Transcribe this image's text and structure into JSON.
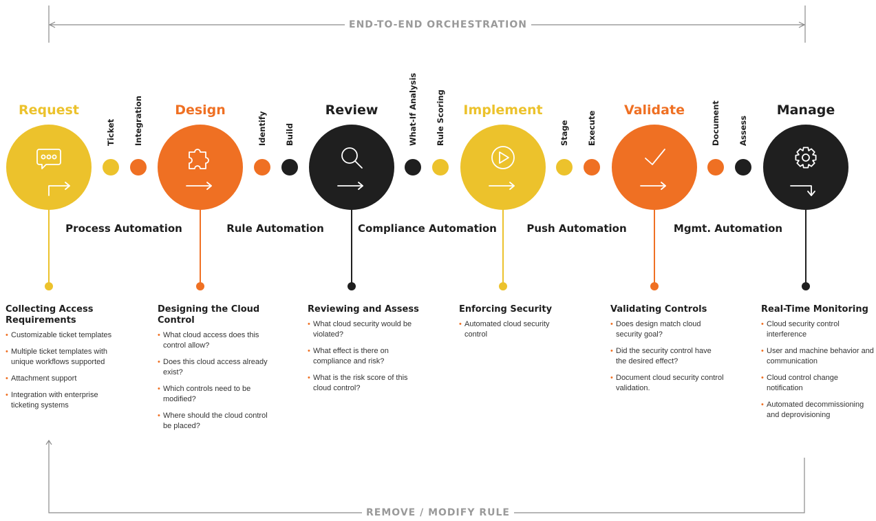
{
  "colors": {
    "yellow": "#ecc22c",
    "orange": "#ef7023",
    "black": "#1f1f1f",
    "grey": "#9a9a9a"
  },
  "top_banner": "END-TO-END ORCHESTRATION",
  "bottom_banner": "REMOVE / MODIFY RULE",
  "stages": [
    {
      "title": "Request",
      "color": "yellow",
      "icon": "chat-bubble-icon",
      "arrow": "right-arrow-up",
      "heading": "Collecting Access Requirements",
      "bullets": [
        "Customizable ticket templates",
        "Multiple ticket templates with unique workflows supported",
        "Attachment support",
        "Integration with enterprise ticketing systems"
      ]
    },
    {
      "title": "Design",
      "color": "orange",
      "icon": "puzzle-icon",
      "arrow": "right-arrow",
      "heading": "Designing the Cloud Control",
      "bullets": [
        "What cloud access does this control allow?",
        "Does this cloud access already exist?",
        "Which controls need to be modified?",
        "Where should the cloud control be placed?"
      ]
    },
    {
      "title": "Review",
      "color": "black",
      "icon": "magnifier-icon",
      "arrow": "right-arrow",
      "heading": "Reviewing and Assess",
      "bullets": [
        "What cloud security would be violated?",
        "What effect is there on compliance and risk?",
        "What is the risk score of this cloud control?"
      ]
    },
    {
      "title": "Implement",
      "color": "yellow",
      "icon": "play-icon",
      "arrow": "right-arrow",
      "heading": "Enforcing Security",
      "bullets": [
        "Automated cloud security control"
      ]
    },
    {
      "title": "Validate",
      "color": "orange",
      "icon": "checkmark-icon",
      "arrow": "right-arrow",
      "heading": "Validating Controls",
      "bullets": [
        "Does design match cloud security goal?",
        "Did the security control have the desired effect?",
        "Document cloud security control validation."
      ]
    },
    {
      "title": "Manage",
      "color": "black",
      "icon": "gear-icon",
      "arrow": "right-arrow-down",
      "heading": "Real-Time Monitoring",
      "bullets": [
        "Cloud security control interference",
        "User and machine behavior and communication",
        "Cloud control change notification",
        "Automated decommissioning and deprovisioning"
      ]
    }
  ],
  "connectors": [
    {
      "steps": [
        {
          "label": "Ticket",
          "color": "yellow"
        },
        {
          "label": "Integration",
          "color": "orange"
        }
      ],
      "automation": "Process Automation"
    },
    {
      "steps": [
        {
          "label": "Identify",
          "color": "orange"
        },
        {
          "label": "Build",
          "color": "black"
        }
      ],
      "automation": "Rule Automation"
    },
    {
      "steps": [
        {
          "label": "What-If Analysis",
          "color": "black"
        },
        {
          "label": "Rule Scoring",
          "color": "yellow"
        }
      ],
      "automation": "Compliance Automation"
    },
    {
      "steps": [
        {
          "label": "Stage",
          "color": "yellow"
        },
        {
          "label": "Execute",
          "color": "orange"
        }
      ],
      "automation": "Push Automation"
    },
    {
      "steps": [
        {
          "label": "Document",
          "color": "orange"
        },
        {
          "label": "Assess",
          "color": "black"
        }
      ],
      "automation": "Mgmt. Automation"
    }
  ]
}
